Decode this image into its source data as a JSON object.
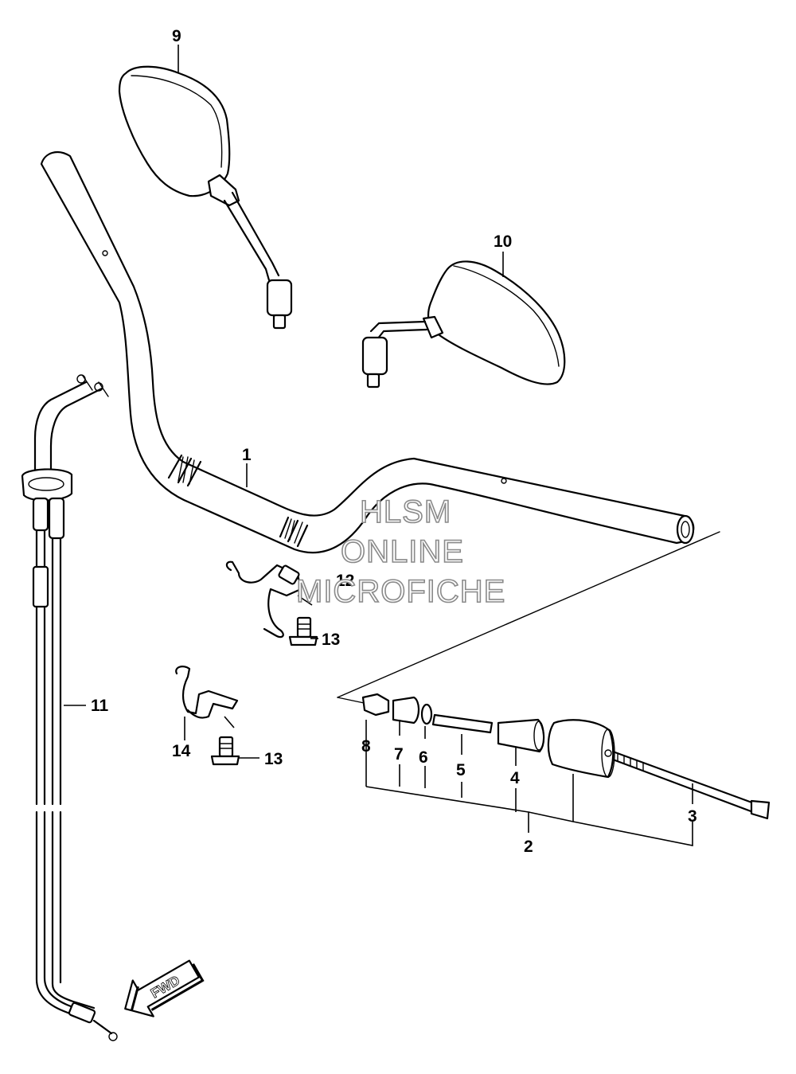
{
  "callouts": {
    "c1": "1",
    "c2": "2",
    "c3": "3",
    "c4": "4",
    "c5": "5",
    "c6": "6",
    "c7": "7",
    "c8": "8",
    "c9": "9",
    "c10": "10",
    "c11": "11",
    "c12": "12",
    "c13a": "13",
    "c13b": "13",
    "c14": "14"
  },
  "watermark": {
    "line1": "HLSM",
    "line2": "ONLINE",
    "line3": "MICROFICHE"
  },
  "direction_arrow": {
    "label": "FWD",
    "icon": "forward-arrow-icon"
  }
}
